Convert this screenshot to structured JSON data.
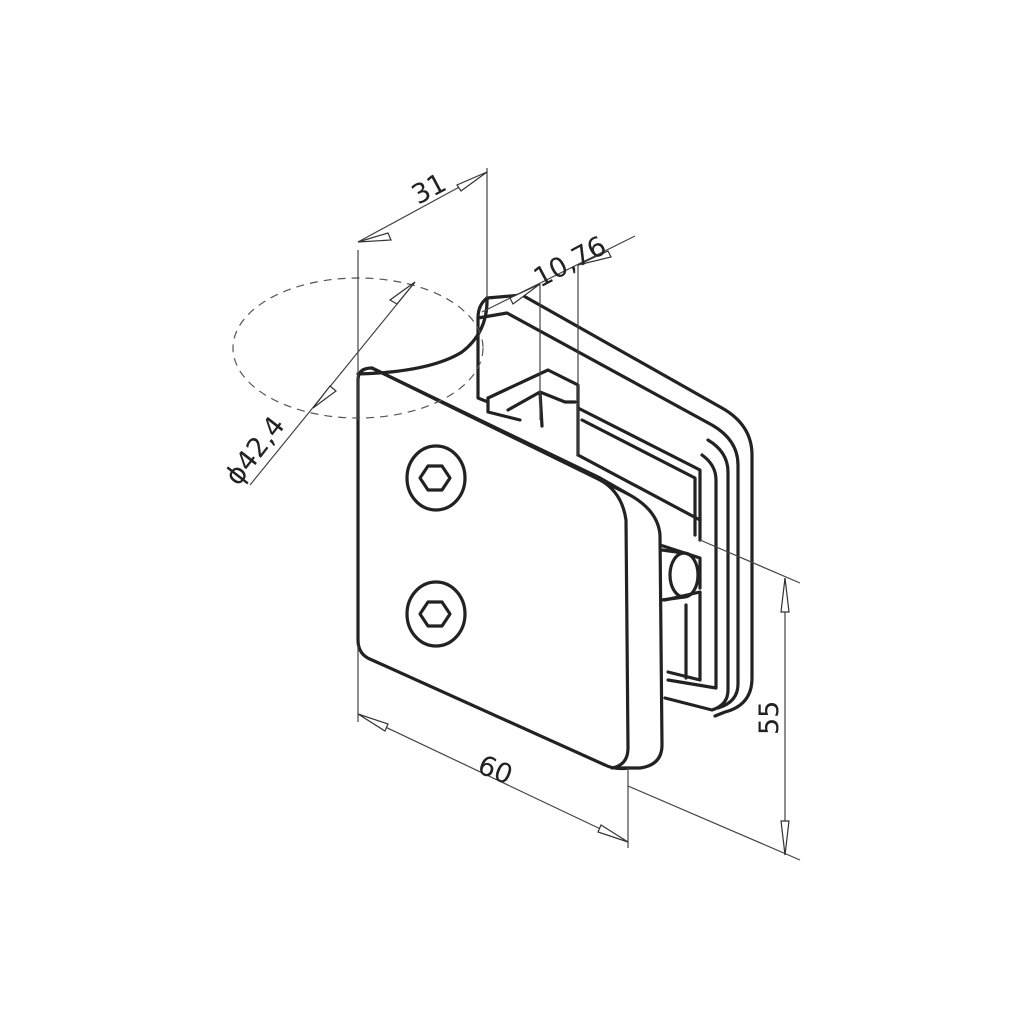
{
  "dimensions": {
    "width": "60",
    "height": "55",
    "depth": "31",
    "glass_gap": "10,76",
    "pipe_diameter": "ϕ42,4"
  }
}
